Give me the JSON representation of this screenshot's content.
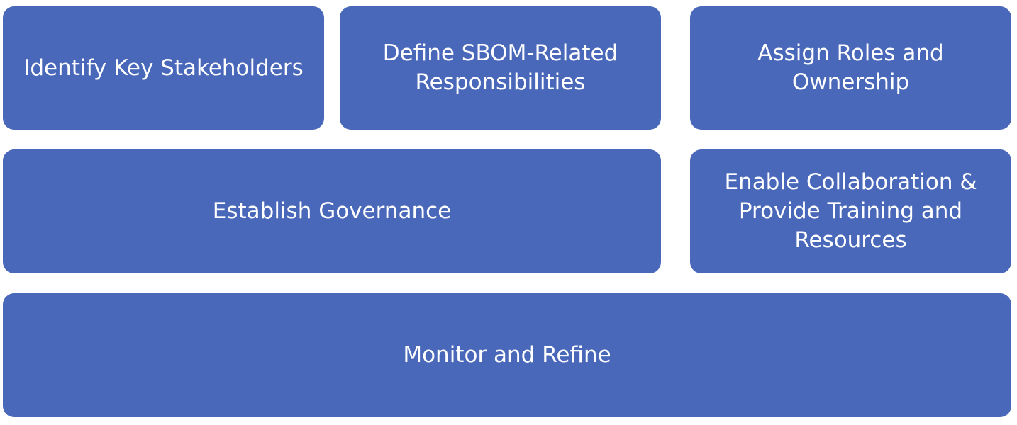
{
  "blocks": [
    {
      "label": "Identify Key Stakeholders"
    },
    {
      "label": "Define SBOM-Related\nResponsibilities"
    },
    {
      "label": "Assign Roles and\nOwnership"
    },
    {
      "label": "Establish Governance"
    },
    {
      "label": "Enable Collaboration &\nProvide Training and\nResources"
    },
    {
      "label": "Monitor and Refine"
    }
  ],
  "colors": {
    "box_fill": "#4A68BA",
    "text": "#FFFFFF",
    "background": "#FFFFFF"
  }
}
